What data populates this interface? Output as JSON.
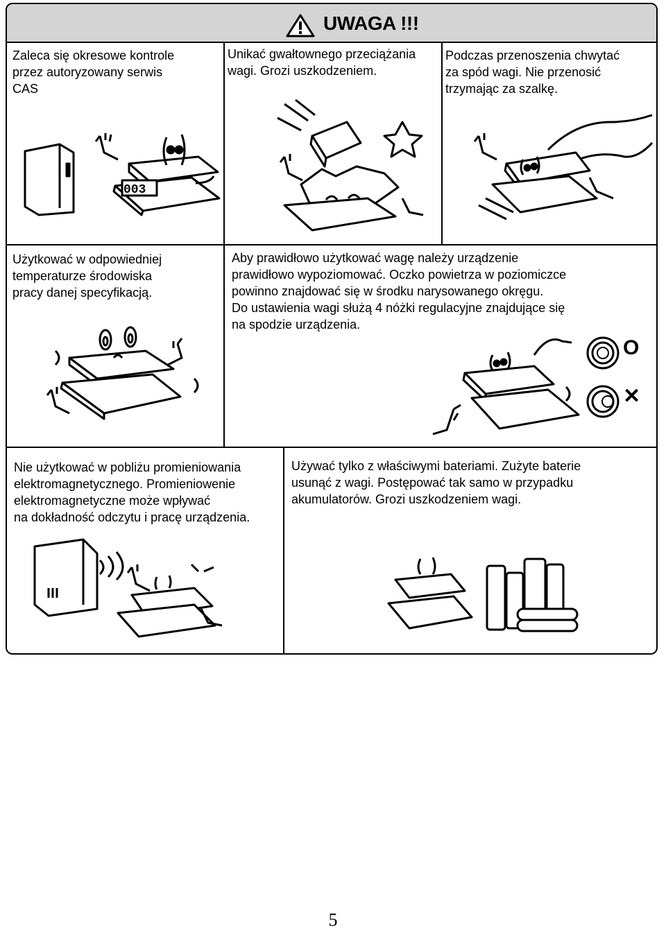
{
  "header": {
    "title": "UWAGA !!!"
  },
  "row1": {
    "c1": "Zaleca się okresowe kontrole\nprzez autoryzowany serwis\nCAS",
    "c2": "Unikać gwałtownego przeciążania\nwagi. Grozi uszkodzeniem.",
    "c3": "Podczas przenoszenia chwytać\nza spód wagi. Nie przenosić\ntrzymając za szalkę.",
    "display": "003"
  },
  "row2": {
    "c1": "Użytkować w odpowiedniej\ntemperaturze środowiska\npracy danej specyfikacją.",
    "c2": "Aby prawidłowo użytkować wagę należy urządzenie\nprawidłowo wypoziomować. Oczko powietrza w poziomiczce\npowinno znajdować się w środku narysowanego okręgu.\nDo ustawienia wagi służą 4 nóżki regulacyjne znajdujące się\nna spodzie urządzenia.",
    "ok_mark": "O",
    "bad_mark": "✕"
  },
  "row3": {
    "c1": "Nie użytkować w pobliżu promieniowania\nelektromagnetycznego. Promieniowenie\nelektromagnetyczne  może  wpływać\nna dokładność odczytu  i pracę urządzenia.",
    "c2": "Używać tylko z właściwymi bateriami. Zużyte baterie\nusunąć z wagi. Postępować tak samo w przypadku\nakumulatorów. Grozi uszkodzeniem wagi."
  },
  "footer": {
    "page_number": "5"
  }
}
